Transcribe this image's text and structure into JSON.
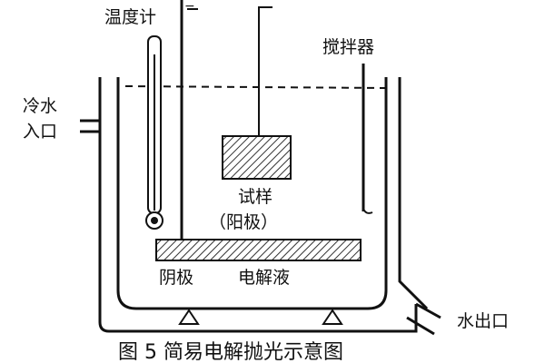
{
  "labels": {
    "thermometer": "温度计",
    "stirrer": "搅拌器",
    "cooling_water_in_1": "冷水",
    "cooling_water_in_2": "入口",
    "sample_1": "试样",
    "sample_2": "（阳极）",
    "cathode": "阴极",
    "electrolyte": "电解液",
    "water_out": "水出口",
    "power_minus": "−"
  },
  "caption": "图 5  简易电解抛光示意图",
  "colors": {
    "line": "#111111",
    "background": "#ffffff",
    "hatch": "#333333"
  }
}
